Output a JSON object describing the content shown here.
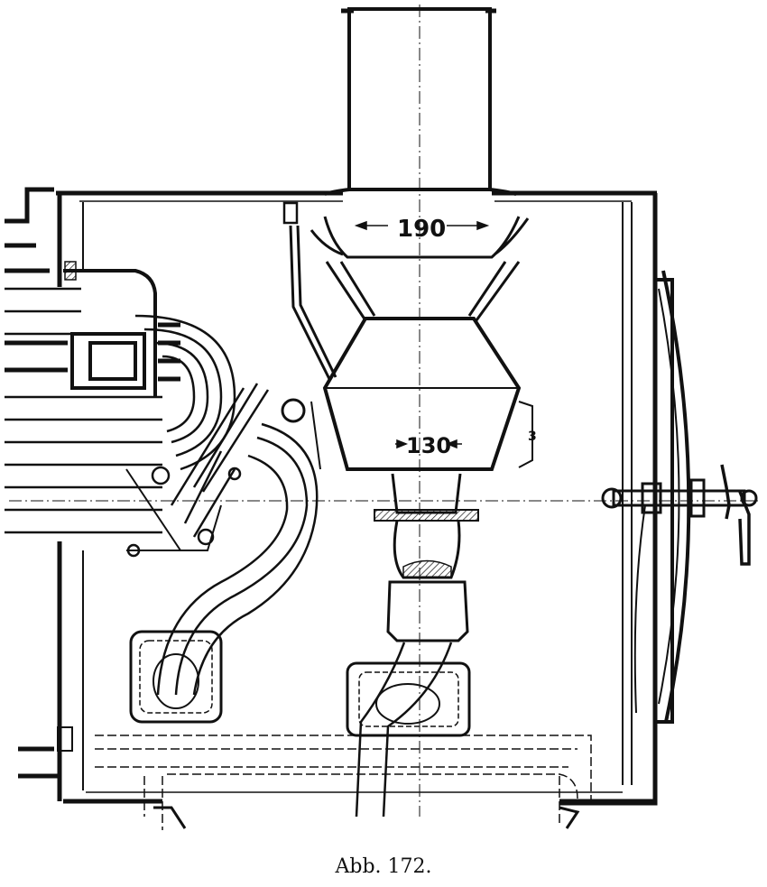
{
  "figure": {
    "caption": "Abb. 172.",
    "dimension_upper": "190",
    "dimension_lower": "130",
    "small_mark": "3"
  },
  "colors": {
    "ink": "#111111",
    "paper": "#ffffff"
  }
}
